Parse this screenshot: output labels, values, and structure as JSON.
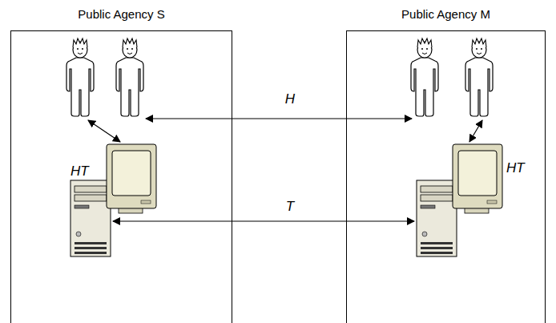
{
  "diagram": {
    "nodes": [
      {
        "text": [
          "Public Agency S"
        ]
      },
      {
        "text": [
          "Public Agency M"
        ]
      }
    ],
    "labels": [
      "H",
      "HT",
      "HT",
      "T"
    ]
  }
}
